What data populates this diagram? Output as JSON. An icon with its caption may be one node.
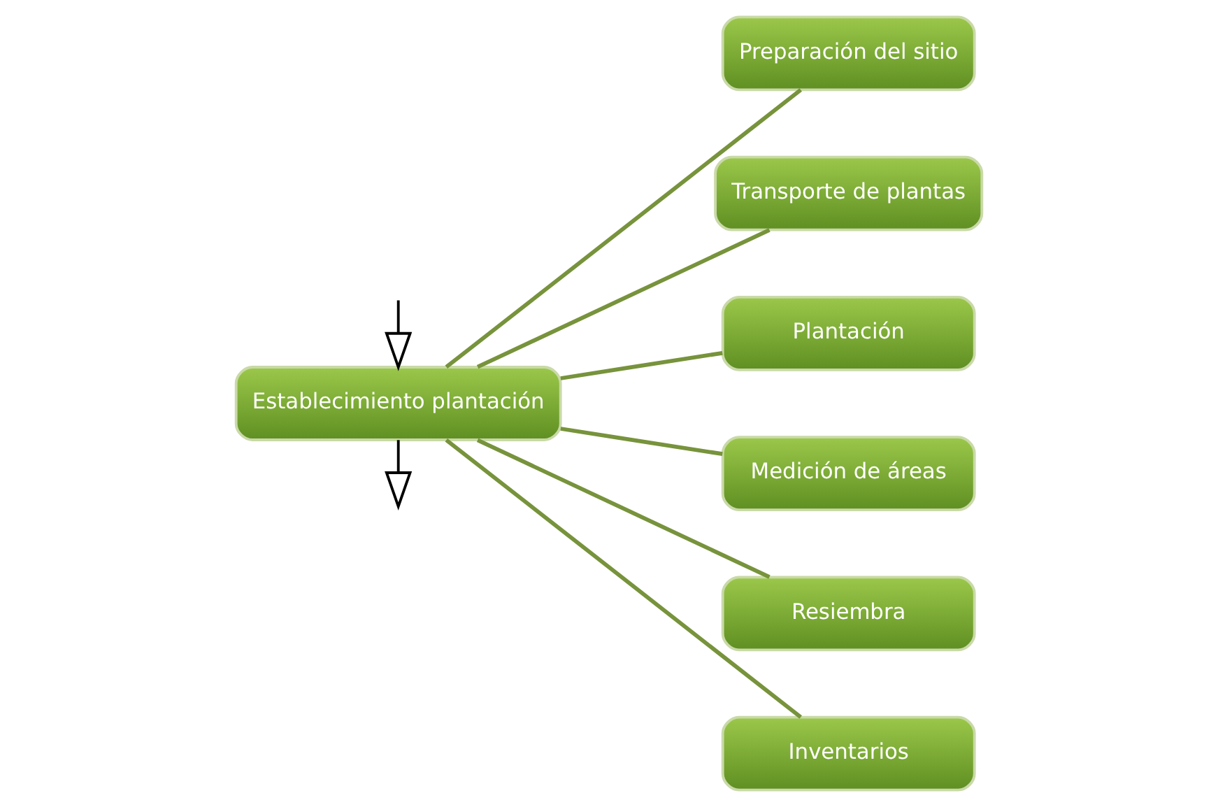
{
  "diagram": {
    "nodes": [
      {
        "text": [
          "Establecimiento plantación"
        ]
      },
      {
        "text": [
          "Preparación del sitio"
        ]
      },
      {
        "text": [
          "Transporte de plantas"
        ]
      },
      {
        "text": [
          "Plantación"
        ]
      },
      {
        "text": [
          "Medición de áreas"
        ]
      },
      {
        "text": [
          "Resiembra"
        ]
      },
      {
        "text": [
          "Inventarios"
        ]
      }
    ],
    "edges": [
      {
        "from": 0,
        "to": 1,
        "arrow": "none"
      },
      {
        "from": 0,
        "to": 2,
        "arrow": "none"
      },
      {
        "from": 0,
        "to": 3,
        "arrow": "none"
      },
      {
        "from": 0,
        "to": 4,
        "arrow": "none"
      },
      {
        "from": 0,
        "to": 5,
        "arrow": "none"
      },
      {
        "from": 0,
        "to": 6,
        "arrow": "none"
      },
      {
        "from": null,
        "to": 0,
        "arrow": "to",
        "color": "#000000"
      },
      {
        "from": 0,
        "to": null,
        "arrow": "to",
        "color": "#000000"
      }
    ]
  }
}
